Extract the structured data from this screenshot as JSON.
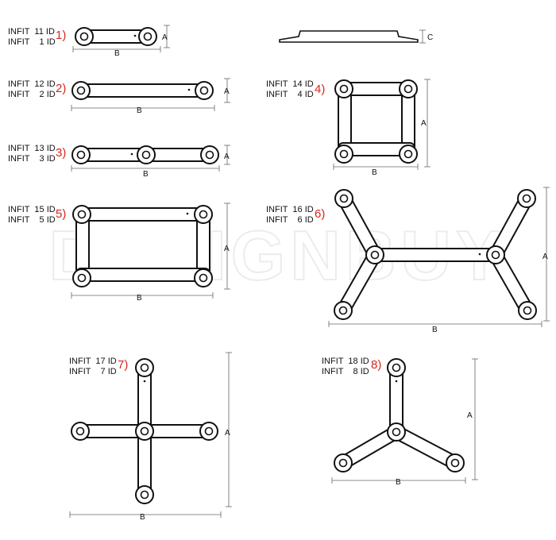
{
  "items": [
    {
      "line1": "INFIT  11 ID",
      "line2": "INFIT    1 ID",
      "number": "1)"
    },
    {
      "line1": "INFIT  12 ID",
      "line2": "INFIT    2 ID",
      "number": "2)"
    },
    {
      "line1": "INFIT  13 ID",
      "line2": "INFIT    3 ID",
      "number": "3)"
    },
    {
      "line1": "INFIT  14 ID",
      "line2": "INFIT    4 ID",
      "number": "4)"
    },
    {
      "line1": "INFIT  15 ID",
      "line2": "INFIT    5 ID",
      "number": "5)"
    },
    {
      "line1": "INFIT  16 ID",
      "line2": "INFIT    6 ID",
      "number": "6)"
    },
    {
      "line1": "INFIT  17 ID",
      "line2": "INFIT    7 ID",
      "number": "7)"
    },
    {
      "line1": "INFIT  18 ID",
      "line2": "INFIT    8 ID",
      "number": "8)"
    }
  ],
  "dims": {
    "a": "A",
    "b": "B",
    "c": "C"
  },
  "watermark": "DESIGNBUY"
}
